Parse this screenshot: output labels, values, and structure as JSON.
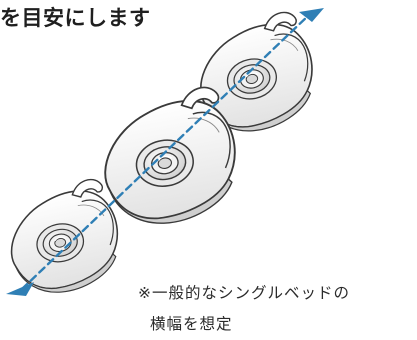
{
  "headline": "を目安にします",
  "note": {
    "line1": "※一般的なシングルベッドの",
    "line2": "横幅を想定"
  },
  "colors": {
    "arrow": "#2f7fb5",
    "body_outline": "#3a3a3a",
    "body_fill": "#f4f4f4",
    "body_shade": "#d6d6d6",
    "background": "#ffffff"
  },
  "icons": {
    "arrow_start": "arrowhead-left-icon",
    "arrow_end": "arrowhead-right-icon"
  }
}
